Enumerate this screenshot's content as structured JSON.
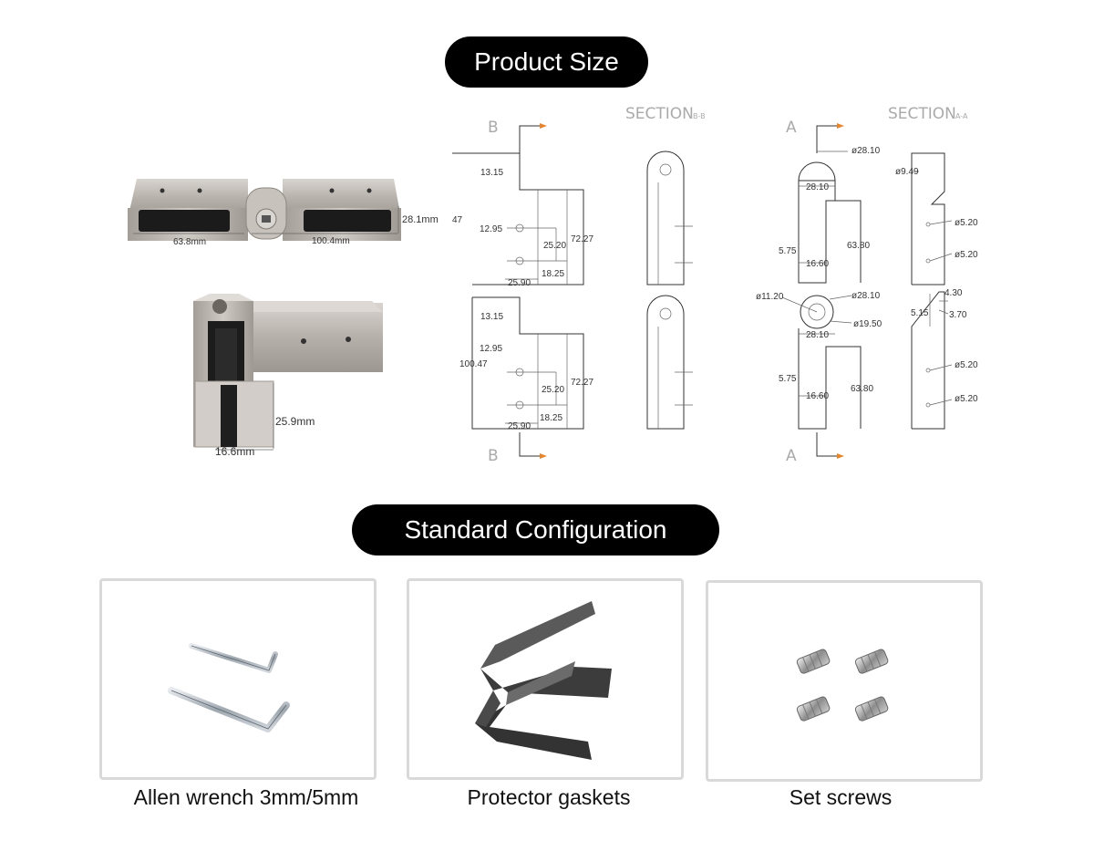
{
  "headings": {
    "product_size": "Product Size",
    "standard_configuration": "Standard Configuration"
  },
  "photo_dims": {
    "left_length": "63.8mm",
    "right_length": "100.4mm",
    "height": "28.1mm",
    "corner_height": "25.9mm",
    "corner_width": "16.6mm"
  },
  "drawing": {
    "section_bb": "SECTION",
    "section_bb_sub": "B-B",
    "section_aa": "SECTION",
    "section_aa_sub": "A-A",
    "label_b_top": "B",
    "label_b_bottom": "B",
    "label_a_top": "A",
    "label_a_bottom": "A",
    "b_top": {
      "d1": "13.15",
      "d2": "12.95",
      "d3": "25.20",
      "d4": "72.27",
      "d5": "18.25",
      "d6": "25.90",
      "d7": "47"
    },
    "b_bottom": {
      "d1": "13.15",
      "d2": "12.95",
      "d3": "25.20",
      "d4": "72.27",
      "d5": "18.25",
      "d6": "25.90",
      "d7": "100.47"
    },
    "a_top": {
      "d1": "ø28.10",
      "d2": "28.10",
      "d3": "63.80",
      "d4": "5.75",
      "d5": "16.60"
    },
    "a_bottom": {
      "d1": "ø28.10",
      "d2": "ø11.20",
      "d3": "ø19.50",
      "d4": "28.10",
      "d5": "5.75",
      "d6": "16.60",
      "d7": "63.80"
    },
    "side_top": {
      "d1": "ø9.49",
      "d2": "ø5.20",
      "d3": "ø5.20"
    },
    "side_bottom": {
      "d1": "4.30",
      "d2": "5.15",
      "d3": "3.70",
      "d4": "ø5.20",
      "d5": "ø5.20"
    }
  },
  "config": [
    {
      "caption": "Allen wrench 3mm/5mm",
      "icon": "allen-wrench-icon"
    },
    {
      "caption": "Protector gaskets",
      "icon": "gasket-icon"
    },
    {
      "caption": "Set screws",
      "icon": "set-screw-icon"
    }
  ],
  "colors": {
    "pill_bg": "#000000",
    "accent_arrow": "#e8852a",
    "steel": "#b8b3ad"
  }
}
